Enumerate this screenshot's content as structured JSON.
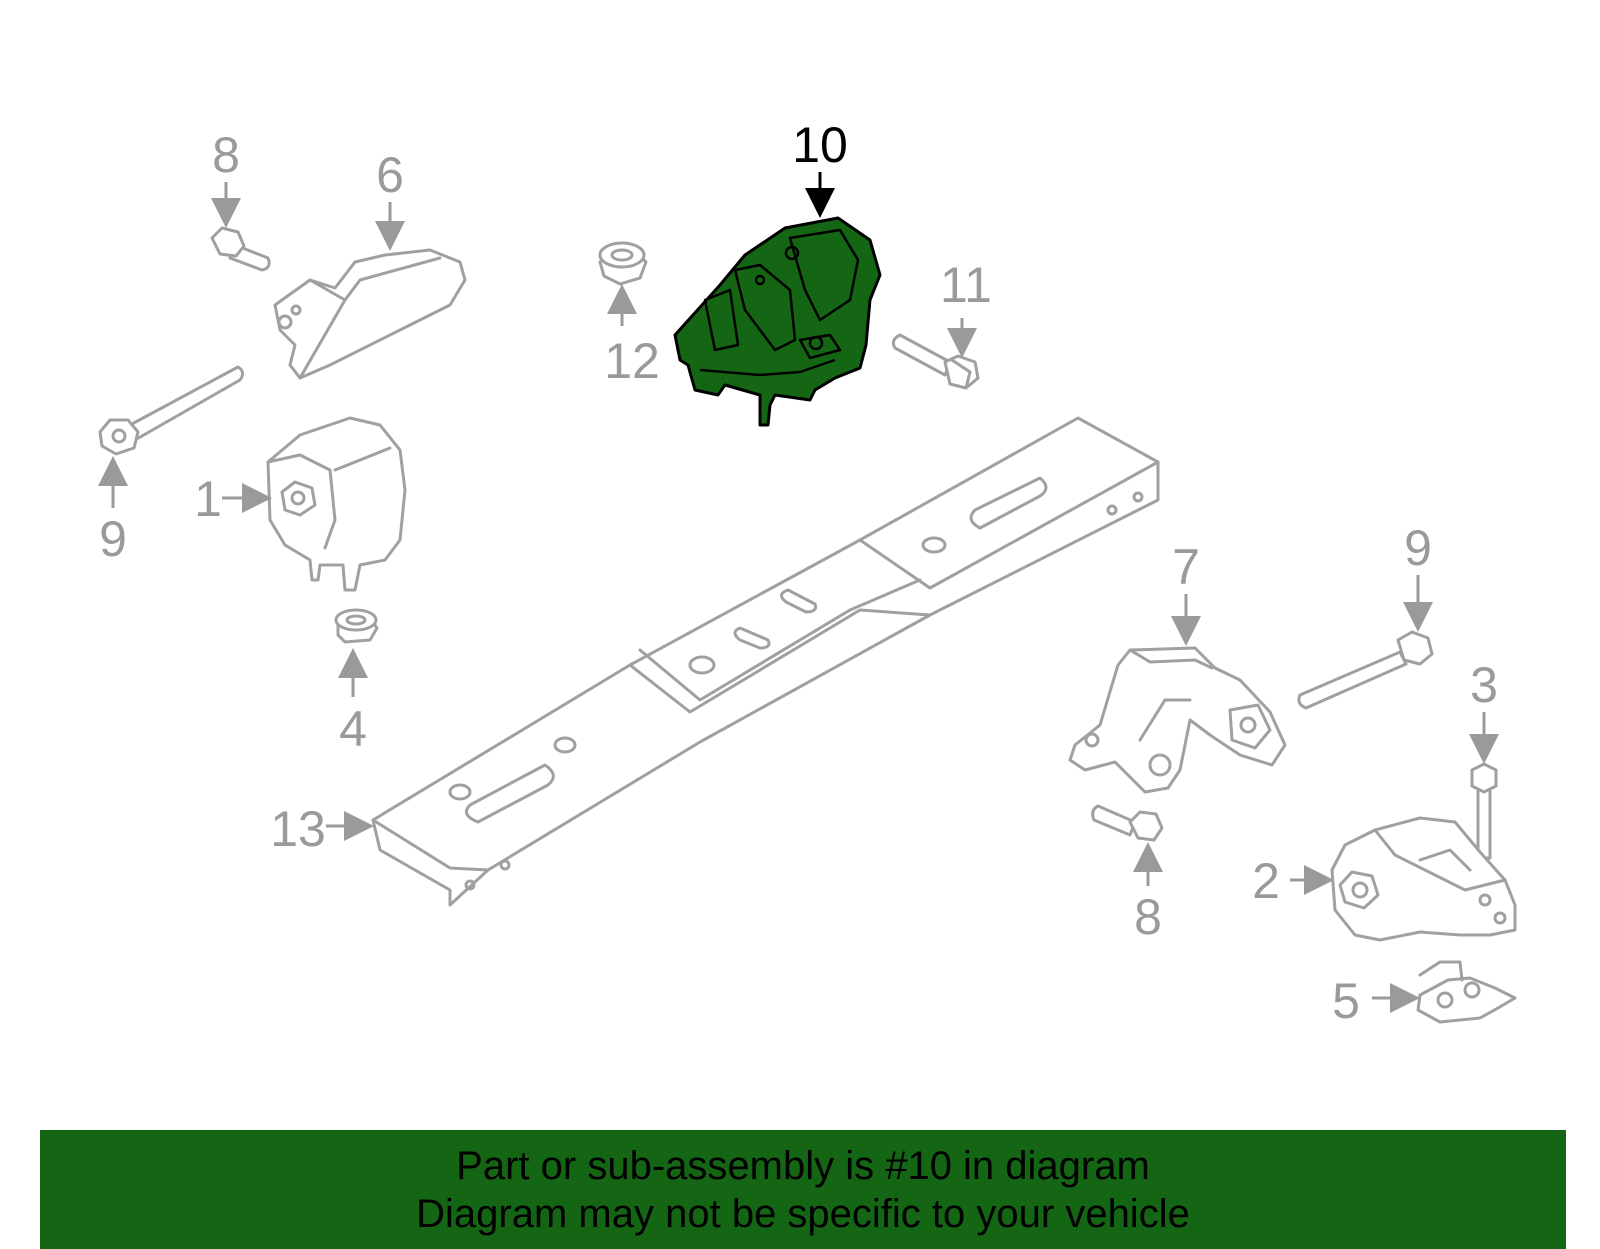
{
  "colors": {
    "highlight": "#146614",
    "line": "#a0a0a0",
    "label": "#9a9a9a",
    "banner": "#146614"
  },
  "callouts": {
    "c1": "1",
    "c2": "2",
    "c3": "3",
    "c4": "4",
    "c5": "5",
    "c6": "6",
    "c7": "7",
    "c8a": "8",
    "c8b": "8",
    "c9a": "9",
    "c9b": "9",
    "c10": "10",
    "c11": "11",
    "c12": "12",
    "c13": "13"
  },
  "highlighted_part": "10",
  "banner": {
    "line1": "Part or sub-assembly is #10 in diagram",
    "line2": "Diagram may not be specific to your vehicle"
  }
}
